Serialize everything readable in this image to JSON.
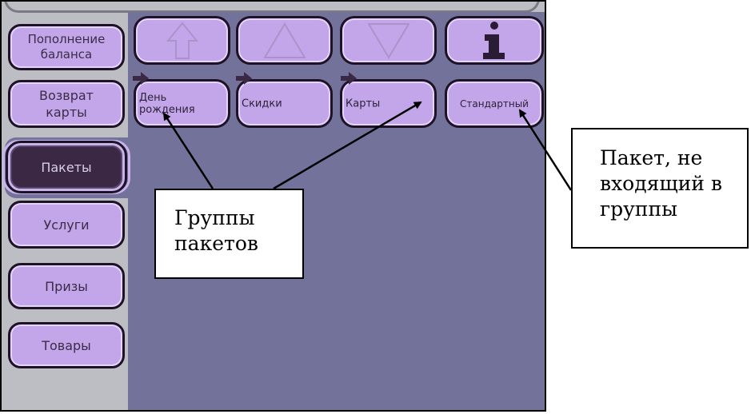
{
  "sidebar": {
    "items": [
      {
        "label": "Пополнение баланса"
      },
      {
        "label": "Возврат карты"
      },
      {
        "label": "Пакеты"
      },
      {
        "label": "Услуги"
      },
      {
        "label": "Призы"
      },
      {
        "label": "Товары"
      }
    ]
  },
  "packages": {
    "groups": [
      {
        "label": "День рождения"
      },
      {
        "label": "Скидки"
      },
      {
        "label": "Карты"
      }
    ],
    "standalone": {
      "label": "Стандартный"
    }
  },
  "annotations": {
    "groups": "Группы пакетов",
    "standalone": "Пакет, не входящий в группы"
  },
  "colors": {
    "button": "#c3a6ea",
    "button_active": "#3a2845",
    "panel": "#72729a",
    "frame": "#bdbec4"
  }
}
